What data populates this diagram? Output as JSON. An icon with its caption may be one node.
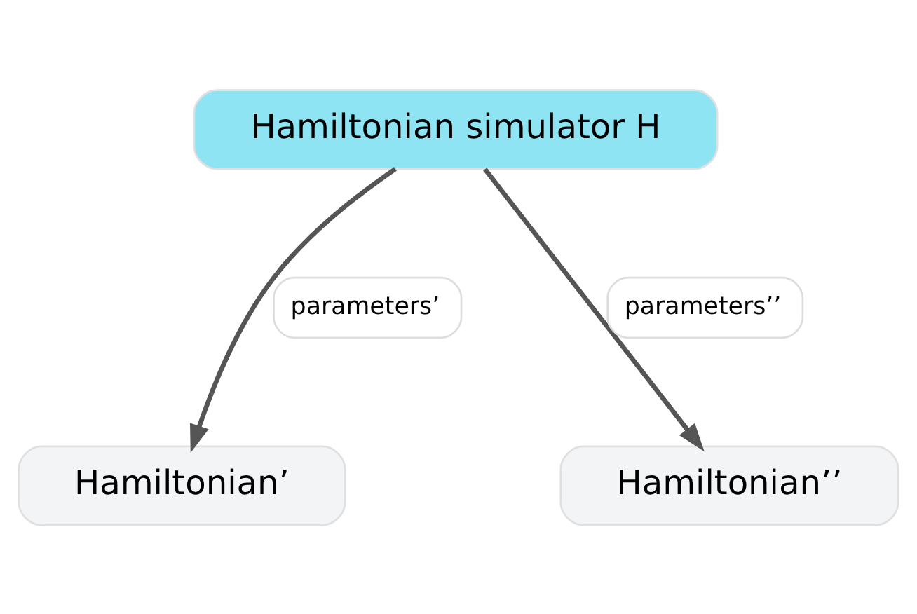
{
  "diagram": {
    "nodes": [
      {
        "text": [
          "Hamiltonian simulator H"
        ]
      },
      {
        "text": [
          "Hamiltonian’"
        ]
      },
      {
        "text": [
          "Hamiltonian’’"
        ]
      }
    ],
    "edges": [
      {
        "from": 0,
        "to": 1,
        "arrow": "to",
        "label": "parameters’"
      },
      {
        "from": 0,
        "to": 2,
        "arrow": "to",
        "label": "parameters’’"
      }
    ]
  }
}
